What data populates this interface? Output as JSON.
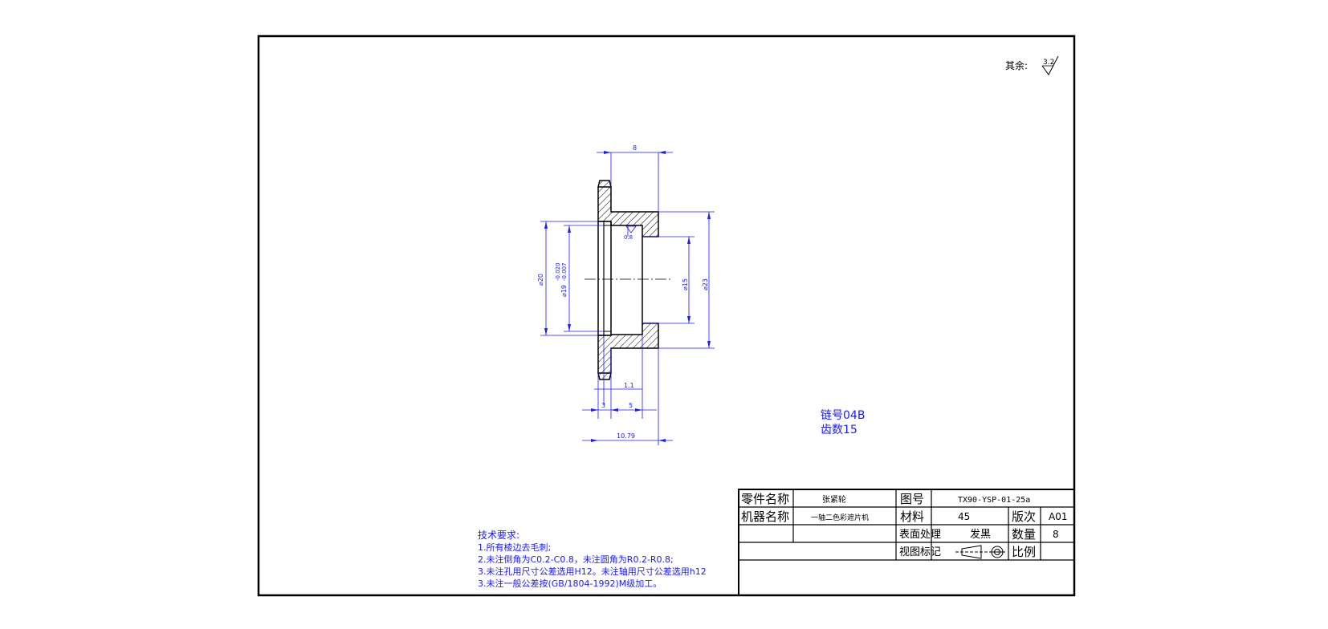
{
  "roughness_note": {
    "label": "其余:",
    "value": "3.2"
  },
  "dimensions": {
    "top_width": "8",
    "dia_20": "⌀20",
    "dia_19": "⌀19",
    "tol_upper": "-0.020",
    "tol_lower": "-0.007",
    "dia_15": "⌀15",
    "dia_23": "⌀23",
    "roughness_inner": "0.8",
    "step_1_1": "1.1",
    "dim_3": "3",
    "dim_5": "5",
    "overall": "10.79"
  },
  "chain_info": {
    "chain_no": "链号04B",
    "teeth": "齿数15"
  },
  "tech_requirements": {
    "title": "技术要求:",
    "items": [
      "1.所有棱边去毛刺;",
      "2.未注倒角为C0.2-C0.8，未注圆角为R0.2-R0.8;",
      "3.未注孔用尺寸公差选用H12。未注轴用尺寸公差选用h12",
      "3.未注一般公差按(GB/1804-1992)M级加工。"
    ]
  },
  "title_block": {
    "part_name_label": "零件名称",
    "part_name_value": "张紧轮",
    "drawing_no_label": "图号",
    "drawing_no_value": "TX90-YSP-01-25a",
    "machine_name_label": "机器名称",
    "machine_name_value": "一轴二色彩遮片机",
    "material_label": "材料",
    "material_value": "45",
    "version_label": "版次",
    "version_value": "A01",
    "surface_label": "表面处理",
    "surface_value": "发黑",
    "quantity_label": "数量",
    "quantity_value": "8",
    "view_mark_label": "视图标记",
    "scale_label": "比例",
    "scale_value": ""
  },
  "colors": {
    "dimension": "#1a1aff",
    "outline": "#000000",
    "hatch": "#000000"
  }
}
